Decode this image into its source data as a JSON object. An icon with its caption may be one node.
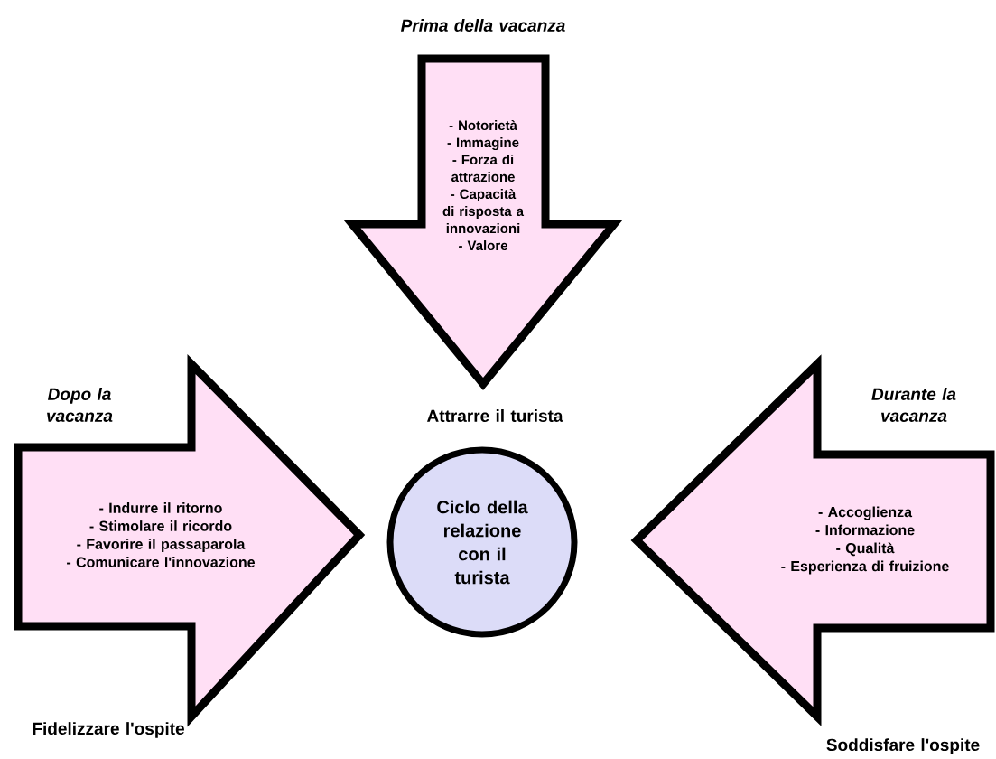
{
  "diagram": {
    "nodes": [
      {
        "text": [
          "Prima della vacanza",
          "- Notorietà",
          "- Immagine",
          "- Forza di attrazione",
          "- Capacità di risposta a innovazioni",
          "- Valore"
        ],
        "beside": [
          "Attrarre il turista"
        ]
      },
      {
        "text": [
          "Dopo la vacanza",
          "- Indurre il ritorno",
          "- Stimolare il ricordo",
          "- Favorire il passaparola",
          "- Comunicare l'innovazione"
        ],
        "beside": [
          "Fidelizzare l'ospite"
        ]
      },
      {
        "text": [
          "Ciclo della relazione con il turista"
        ]
      },
      {
        "text": [
          "Durante la vacanza",
          "- Accoglienza",
          "- Informazione",
          "- Qualità",
          "- Esperienza di fruizione"
        ],
        "beside": [
          "Soddisfare l'ospite"
        ]
      }
    ]
  }
}
